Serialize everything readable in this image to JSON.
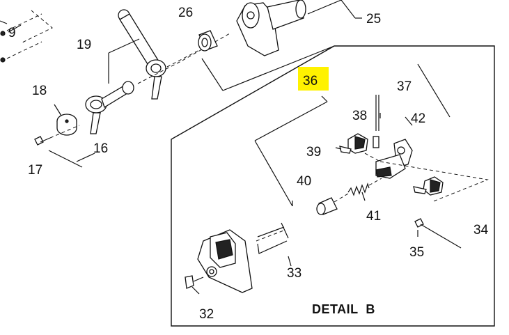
{
  "callouts": {
    "c9": "9",
    "c16": "16",
    "c17": "17",
    "c18": "18",
    "c19": "19",
    "c25": "25",
    "c26": "26",
    "c32": "32",
    "c33": "33",
    "c34": "34",
    "c35": "35",
    "c36": "36",
    "c37": "37",
    "c38": "38",
    "c39": "39",
    "c40": "40",
    "c41": "41",
    "c42": "42"
  },
  "detail_label": "DETAIL  B",
  "colors": {
    "highlight": "#fff200",
    "ink": "#111111"
  }
}
